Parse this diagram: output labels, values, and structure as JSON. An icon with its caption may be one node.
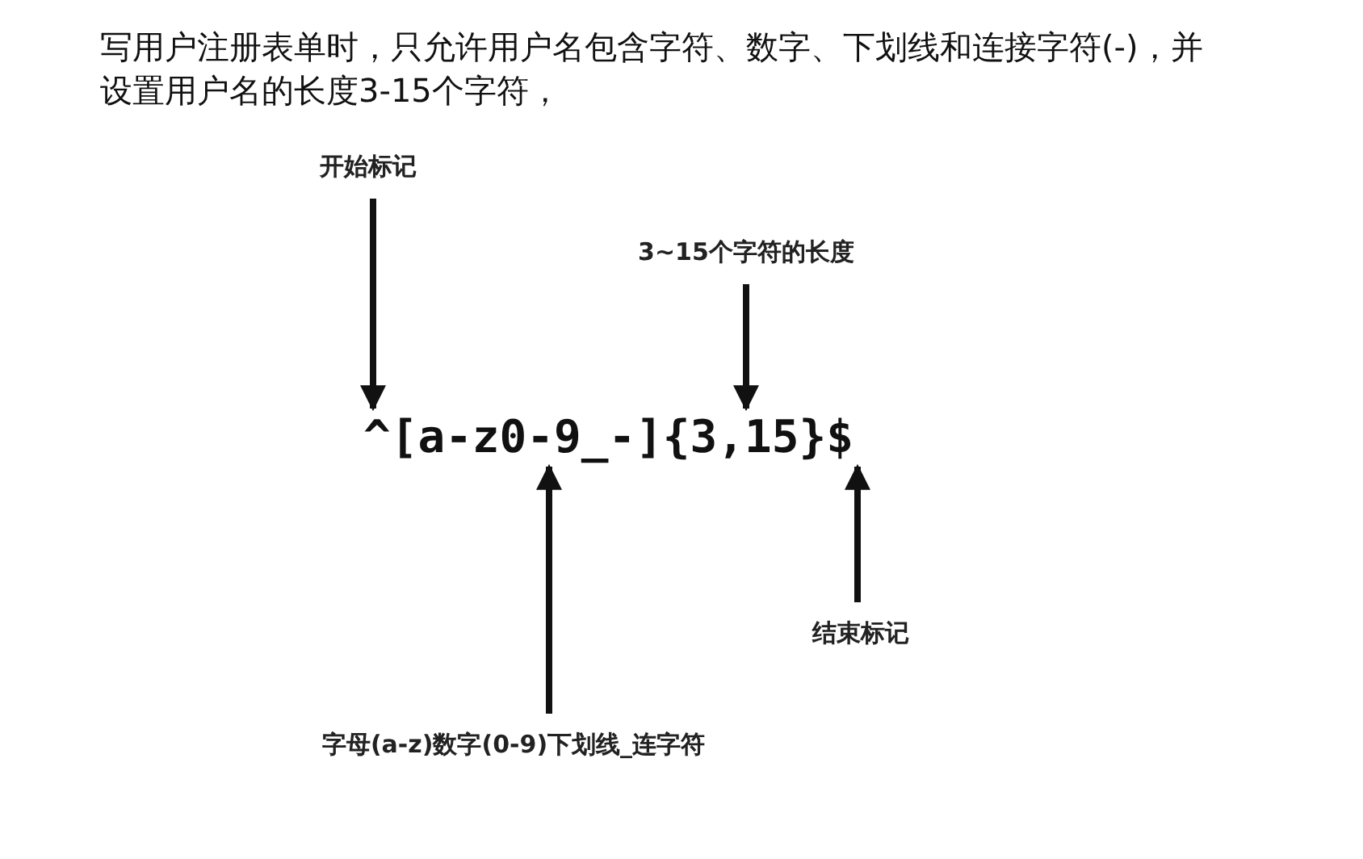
{
  "diagram": {
    "title": "写用户注册表单时，只允许用户名包含字符、数字、下划线和连接字符(-)，并设置用户名的长度3-15个字符，",
    "nodes": [
      {
        "text": [
          "开始标记"
        ]
      },
      {
        "text": [
          "3~15个字符的长度"
        ]
      },
      {
        "text": [
          "结束标记"
        ]
      },
      {
        "text": [
          "字母(a-z)数字(0-9)下划线_连字符"
        ]
      },
      {
        "text": [
          "^[a-z0-9_-]{3,15}$"
        ]
      }
    ],
    "edges": [
      {
        "from": 0,
        "to": 4,
        "arrow": "to"
      },
      {
        "from": 1,
        "to": 4,
        "arrow": "to"
      },
      {
        "from": 2,
        "to": 4,
        "arrow": "to"
      },
      {
        "from": 3,
        "to": 4,
        "arrow": "to"
      }
    ]
  }
}
